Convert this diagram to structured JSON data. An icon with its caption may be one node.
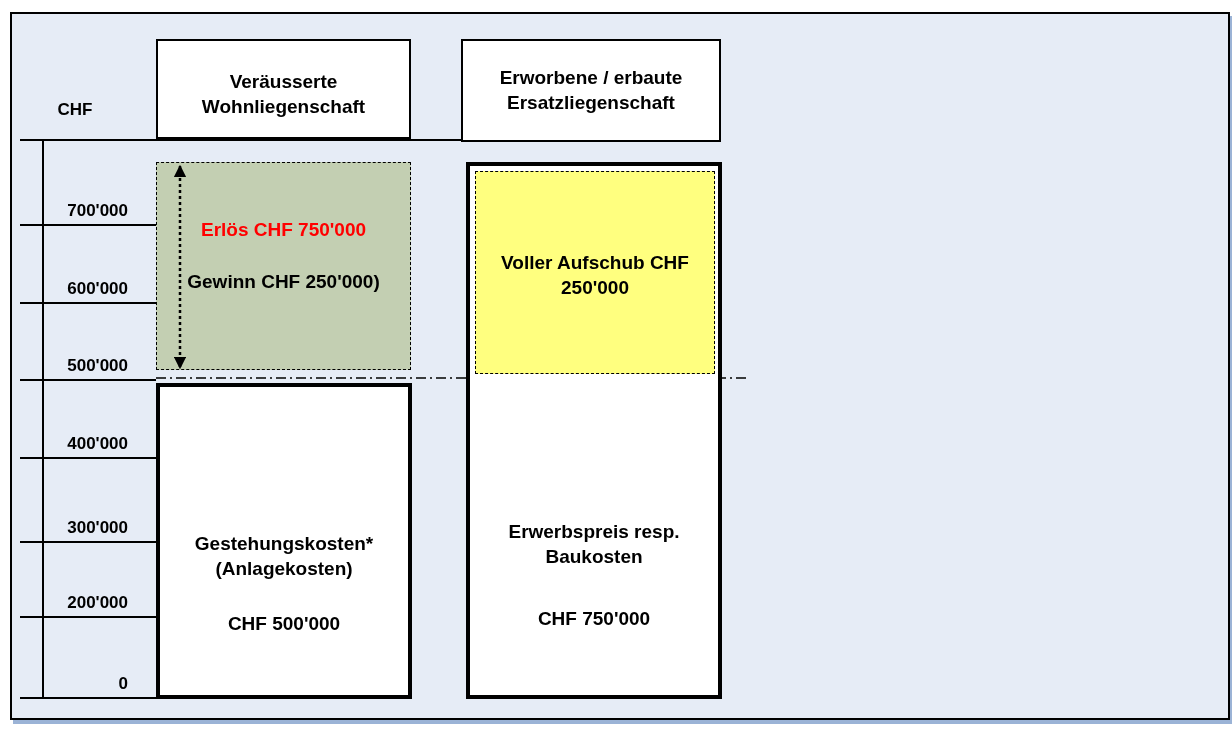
{
  "diagram": {
    "nodes": [
      {
        "text": [
          "Veräusserte Wohnliegenschaft"
        ]
      },
      {
        "text": [
          "Erworbene / erbaute Ersatzliegenschaft"
        ]
      },
      {
        "text": [
          "Erlös CHF 750'000",
          "Gewinn CHF 250'000)"
        ]
      },
      {
        "text": [
          "Gestehungskosten* (Anlagekosten)",
          "CHF 500'000"
        ]
      },
      {
        "text": [
          "Erwerbspreis resp. Baukosten",
          "CHF 750'000"
        ]
      },
      {
        "text": [
          "Voller Aufschub CHF 250'000"
        ],
        "in": 4
      }
    ],
    "edges": [],
    "labels": [
      "CHF",
      "700'000",
      "600'000",
      "500'000",
      "400'000",
      "300'000",
      "200'000",
      "0"
    ]
  }
}
